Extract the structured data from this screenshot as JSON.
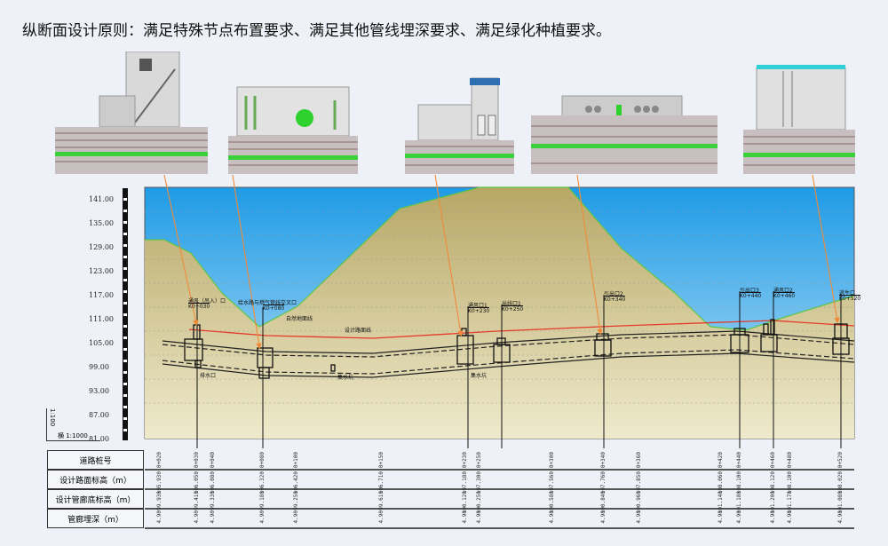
{
  "title": "纵断面设计原则：满足特殊节点布置要求、满足其他管线埋深要求、满足绿化种植要求。",
  "colors": {
    "sky": "#3aa3e6",
    "ground": "#c9bf8c",
    "design_line": "#e53a2a",
    "arrow": "#f08a3a",
    "pipe_green": "#3ad13a"
  },
  "thumbnails": [
    "escape-stair-node",
    "ventilation-fan-node",
    "ventilation-louver-node",
    "pipe-crossing-node",
    "hatch-node"
  ],
  "chart": {
    "y_ticks": [
      "141.00",
      "135.00",
      "129.00",
      "123.00",
      "117.00",
      "111.00",
      "105.00",
      "99.00",
      "93.00",
      "87.00",
      "81.00"
    ],
    "scale_v": "1:100",
    "scale_h": "横 1:1000",
    "labels": {
      "ground_line": "自然地面线",
      "design_line": "设计路面线",
      "sump": "集水坑",
      "sump2": "集水坑",
      "drain": "排水口"
    },
    "nodes": [
      {
        "name": "通风（吊入）口",
        "station": "K0+030"
      },
      {
        "name": "给水路与燃气管线交叉口",
        "station": "K0+080"
      },
      {
        "name": "通风口1",
        "station": "K0+230"
      },
      {
        "name": "出线口1",
        "station": "K0+250"
      },
      {
        "name": "引出口2",
        "station": "K0+340"
      },
      {
        "name": "引出口3",
        "station": "K0+440"
      },
      {
        "name": "通风口2",
        "station": "K0+460"
      },
      {
        "name": "逃生口",
        "station": "K0+520"
      }
    ]
  },
  "table": {
    "row_labels": [
      "道路桩号",
      "设计路面标高（m）",
      "设计管廊底标高（m）",
      "管廊埋深（m）"
    ],
    "columns": [
      [
        "0+020",
        "105.930",
        "99.930",
        "4.90"
      ],
      [
        "0+030",
        "106.050",
        "99.410",
        "4.90"
      ],
      [
        "0+040",
        "106.080",
        "99.330",
        "4.90"
      ],
      [
        "0+080",
        "106.320",
        "99.180",
        "4.90"
      ],
      [
        "0+100",
        "106.420",
        "99.250",
        "4.90"
      ],
      [
        "0+150",
        "106.710",
        "99.610",
        "4.90"
      ],
      [
        "0+230",
        "107.180",
        "100.120",
        "4.90"
      ],
      [
        "0+250",
        "107.300",
        "100.250",
        "4.90"
      ],
      [
        "0+300",
        "107.560",
        "100.580",
        "4.90"
      ],
      [
        "0+340",
        "107.760",
        "100.840",
        "4.90"
      ],
      [
        "0+360",
        "107.850",
        "100.960",
        "4.90"
      ],
      [
        "0+420",
        "108.060",
        "101.140",
        "4.90"
      ],
      [
        "0+440",
        "108.100",
        "101.180",
        "4.90"
      ],
      [
        "0+460",
        "108.120",
        "101.200",
        "4.90"
      ],
      [
        "0+480",
        "108.100",
        "101.170",
        "4.90"
      ],
      [
        "0+520",
        "108.020",
        "101.080",
        "4.90"
      ]
    ]
  }
}
